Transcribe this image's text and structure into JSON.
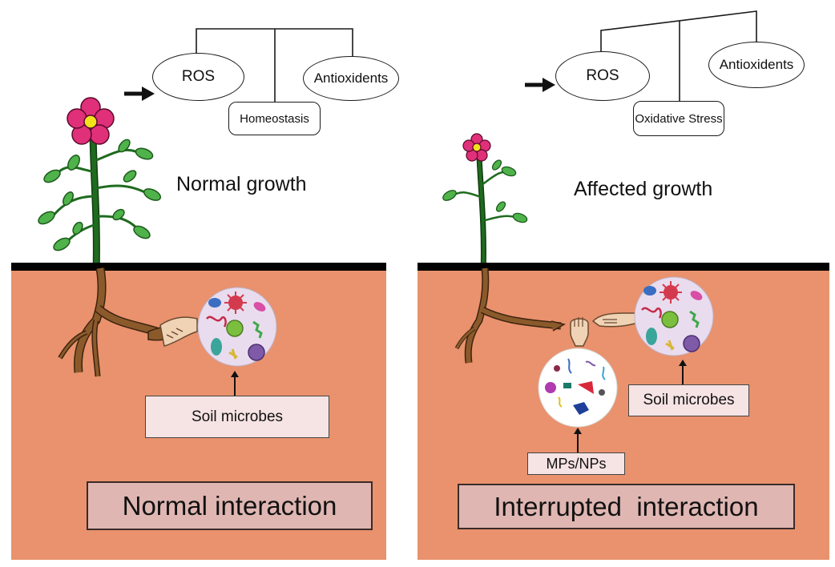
{
  "left": {
    "flowchart": {
      "ros_label": "ROS",
      "antioxidants_label": "Antioxidents",
      "balance_label": "Homeostasis"
    },
    "growth_caption": "Normal growth",
    "microbes_label": "Soil microbes",
    "interaction_label": "Normal interaction"
  },
  "right": {
    "flowchart": {
      "ros_label": "ROS",
      "antioxidants_label": "Antioxidents",
      "balance_label": "Oxidative Stress"
    },
    "growth_caption": "Affected growth",
    "microbes_label": "Soil microbes",
    "pollutant_label": "MPs/NPs",
    "interaction_label": "Interrupted  interaction"
  },
  "colors": {
    "soil": "#e9926d",
    "flower_petal": "#e0307a",
    "flower_center": "#f2e21a",
    "stem": "#1f6b1f",
    "leaf": "#4fb24a",
    "root": "#8b5a2b",
    "microbe_circle": "#e9dcee",
    "label_fill": "#f6e3e3",
    "interaction_fill": "#dfb6b2"
  },
  "icons": [
    "arrow-right-icon",
    "flower-icon",
    "leaf-icon",
    "root-icon",
    "handshake-icon",
    "hand-icon",
    "fist-icon",
    "microbe-cluster-icon",
    "particle-cluster-icon",
    "arrow-up-icon"
  ]
}
